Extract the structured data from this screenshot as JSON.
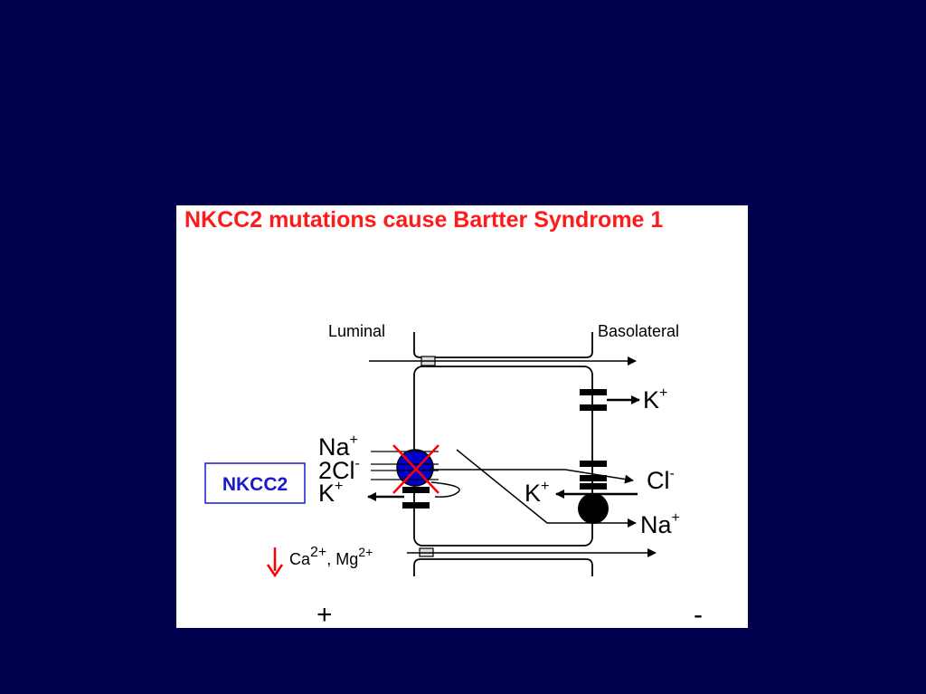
{
  "slide": {
    "background": "#00004f",
    "title": "NKCC2 mutations cause Bartter Syndrome 1",
    "title_color": "#ff1a1a"
  },
  "diagram": {
    "luminal_label": "Luminal",
    "basolateral_label": "Basolateral",
    "nkcc2_box_label": "NKCC2",
    "ions": {
      "na_luminal": "Na",
      "na_luminal_sup": "+",
      "cl_luminal": "2Cl",
      "cl_luminal_sup": "-",
      "k_luminal": "K",
      "k_luminal_sup": "+",
      "k_baso_top": "K",
      "k_baso_top_sup": "+",
      "cl_baso": "Cl",
      "cl_baso_sup": "-",
      "k_baso_mid": "K",
      "k_baso_mid_sup": "+",
      "na_baso": "Na",
      "na_baso_sup": "+",
      "ca": "Ca",
      "ca_sup": "2+",
      "separator": ", ",
      "mg": "Mg",
      "mg_sup": "2+"
    },
    "plus_sign": "+",
    "minus_sign": "-",
    "colors": {
      "nkcc2_fill": "#0000cc",
      "cross": "#ff0000",
      "down_arrow": "#ff0000",
      "box_border": "#1a1acc",
      "box_text": "#1a1acc"
    }
  }
}
